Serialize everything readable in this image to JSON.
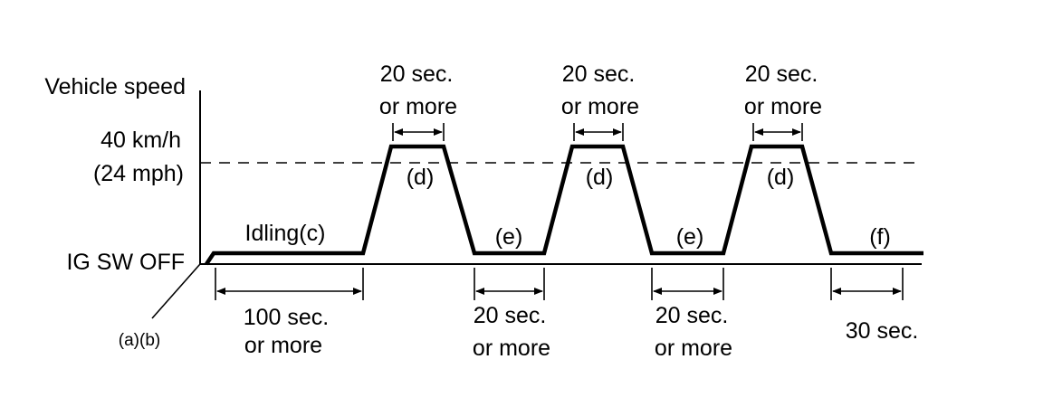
{
  "colors": {
    "ink": "#000000",
    "background": "#ffffff"
  },
  "axis": {
    "y_label": "Vehicle speed",
    "target_speed_line1": "40 km/h",
    "target_speed_line2": "(24 mph)",
    "baseline_label": "IG SW OFF",
    "start_label": "(a)(b)"
  },
  "phases": {
    "idling": "Idling(c)",
    "d": "(d)",
    "e": "(e)",
    "f": "(f)"
  },
  "durations": {
    "top_line1": "20 sec.",
    "top_line2": "or more",
    "idle_line1": "100 sec.",
    "idle_line2": "or more",
    "stop_line1": "20 sec.",
    "stop_line2": "or more",
    "final": "30 sec."
  }
}
